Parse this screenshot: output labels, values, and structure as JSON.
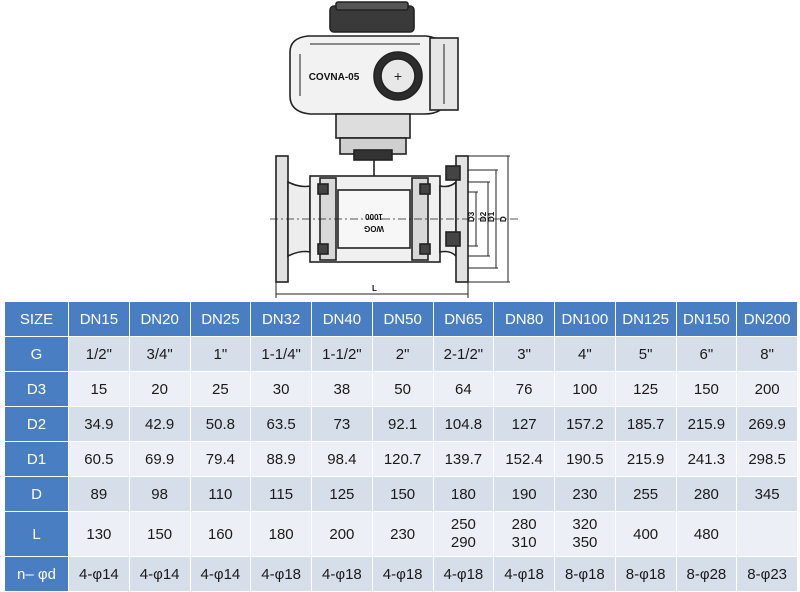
{
  "drawing": {
    "actuator_label": "COVNA-05",
    "body_marking_1": "1000",
    "body_marking_2": "WOG",
    "dim_d3": "D3",
    "dim_d2": "D2",
    "dim_d1": "D1",
    "dim_d": "D",
    "dim_l": "L"
  },
  "table": {
    "header": [
      "SIZE",
      "DN15",
      "DN20",
      "DN25",
      "DN32",
      "DN40",
      "DN50",
      "DN65",
      "DN80",
      "DN100",
      "DN125",
      "DN150",
      "DN200"
    ],
    "rows": [
      {
        "label": "G",
        "cells": [
          "1/2\"",
          "3/4\"",
          "1\"",
          "1-1/4\"",
          "1-1/2\"",
          "2\"",
          "2-1/2\"",
          "3\"",
          "4\"",
          "5\"",
          "6\"",
          "8\""
        ]
      },
      {
        "label": "D3",
        "cells": [
          "15",
          "20",
          "25",
          "30",
          "38",
          "50",
          "64",
          "76",
          "100",
          "125",
          "150",
          "200"
        ]
      },
      {
        "label": "D2",
        "cells": [
          "34.9",
          "42.9",
          "50.8",
          "63.5",
          "73",
          "92.1",
          "104.8",
          "127",
          "157.2",
          "185.7",
          "215.9",
          "269.9"
        ]
      },
      {
        "label": "D1",
        "cells": [
          "60.5",
          "69.9",
          "79.4",
          "88.9",
          "98.4",
          "120.7",
          "139.7",
          "152.4",
          "190.5",
          "215.9",
          "241.3",
          "298.5"
        ]
      },
      {
        "label": "D",
        "cells": [
          "89",
          "98",
          "110",
          "115",
          "125",
          "150",
          "180",
          "190",
          "230",
          "255",
          "280",
          "345"
        ]
      },
      {
        "label": "L",
        "cells": [
          "130",
          "150",
          "160",
          "180",
          "200",
          "230",
          "250\n290",
          "280\n310",
          "320\n350",
          "400",
          "480",
          ""
        ]
      },
      {
        "label": "n– φd",
        "cells": [
          "4-φ14",
          "4-φ14",
          "4-φ14",
          "4-φ18",
          "4-φ18",
          "4-φ18",
          "4-φ18",
          "4-φ18",
          "8-φ18",
          "8-φ18",
          "8-φ28",
          "8-φ23"
        ]
      }
    ]
  },
  "colors": {
    "header_blue": "#4a7ec2",
    "row_dark": "#d6deea",
    "row_light": "#eceff5"
  }
}
